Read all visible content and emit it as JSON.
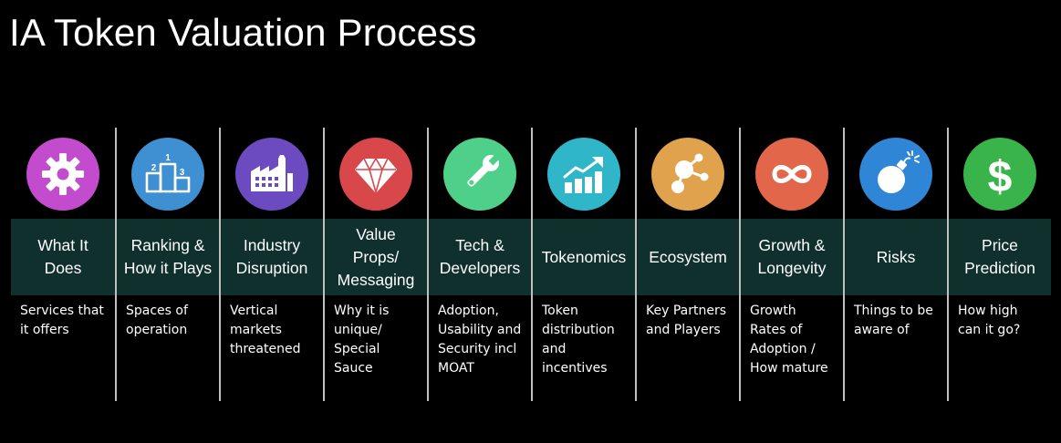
{
  "title": "IA Token Valuation Process",
  "columns": [
    {
      "icon": "gear-icon",
      "color": "#c24ccd",
      "label_lines": [
        "What It",
        "Does"
      ],
      "desc_lines": [
        "Services that",
        "it offers"
      ]
    },
    {
      "icon": "podium-icon",
      "color": "#3f8fd3",
      "label_lines": [
        "Ranking &",
        "How it Plays"
      ],
      "desc_lines": [
        "Spaces of",
        "operation"
      ],
      "podium_numbers": [
        "1",
        "2",
        "3"
      ]
    },
    {
      "icon": "factory-icon",
      "color": "#6b4bbf",
      "label_lines": [
        "Industry",
        "Disruption"
      ],
      "desc_lines": [
        "Vertical",
        "markets",
        "threatened"
      ]
    },
    {
      "icon": "diamond-icon",
      "color": "#d8474a",
      "label_lines": [
        "Value",
        "Props/",
        "Messaging"
      ],
      "desc_lines": [
        "Why it is",
        "unique/",
        "Special",
        "Sauce"
      ]
    },
    {
      "icon": "wrench-icon",
      "color": "#4fd08a",
      "label_lines": [
        "Tech &",
        "Developers"
      ],
      "desc_lines": [
        "Adoption,",
        "Usability and",
        "Security incl",
        "MOAT"
      ]
    },
    {
      "icon": "growth-chart-icon",
      "color": "#2fb6c9",
      "label_lines": [
        "Tokenomics"
      ],
      "desc_lines": [
        "Token",
        "distribution",
        "and",
        "incentives"
      ]
    },
    {
      "icon": "network-icon",
      "color": "#e0a24c",
      "label_lines": [
        "Ecosystem"
      ],
      "desc_lines": [
        "Key Partners",
        "and Players"
      ]
    },
    {
      "icon": "infinity-icon",
      "color": "#e2664a",
      "label_lines": [
        "Growth &",
        "Longevity"
      ],
      "desc_lines": [
        "Growth",
        "Rates of",
        "Adoption /",
        "How mature"
      ]
    },
    {
      "icon": "bomb-icon",
      "color": "#2f86d6",
      "label_lines": [
        "Risks"
      ],
      "desc_lines": [
        "Things to be",
        "aware of"
      ]
    },
    {
      "icon": "dollar-icon",
      "color": "#39b44a",
      "label_lines": [
        "Price",
        "Prediction"
      ],
      "desc_lines": [
        "How high",
        "can it go?"
      ],
      "symbol": "$"
    }
  ]
}
